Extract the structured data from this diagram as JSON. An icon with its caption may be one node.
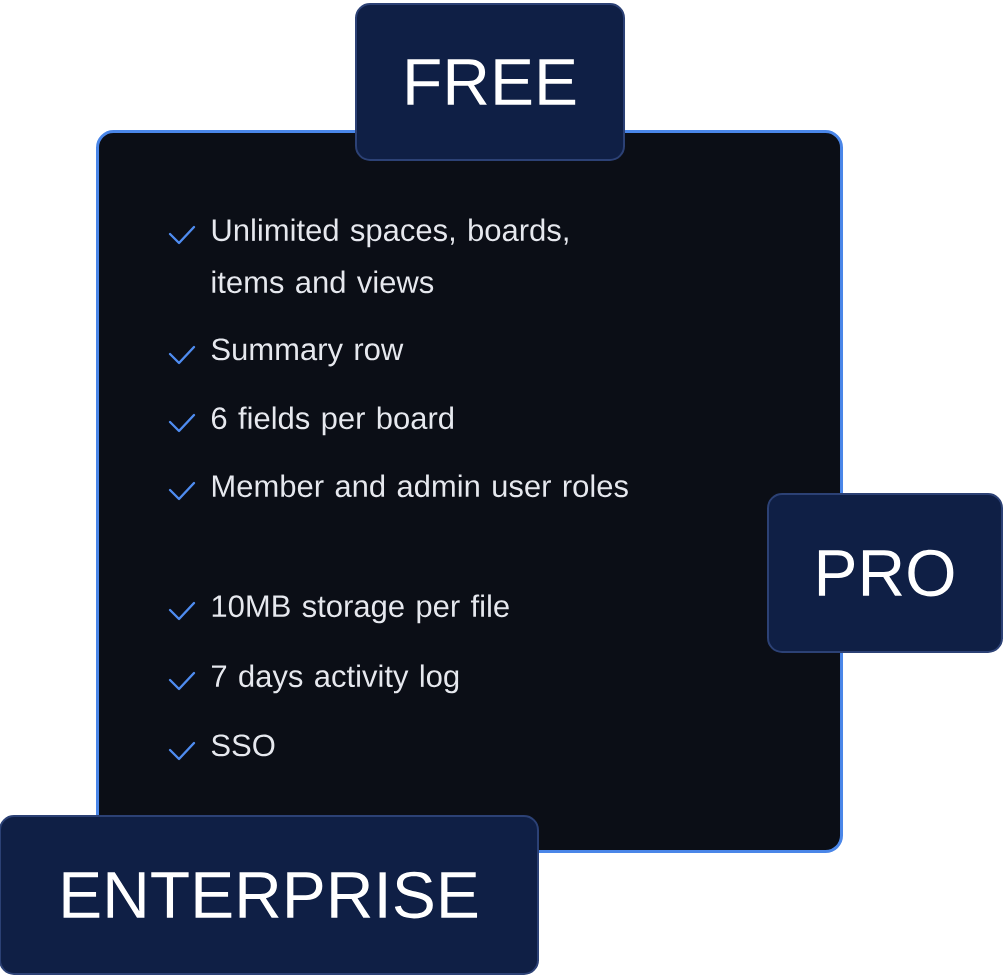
{
  "diagram": {
    "nodes": [
      {
        "text": [
          "FREE"
        ]
      },
      {
        "text": [
          "Unlimited spaces, boards, items and views",
          "Summary row",
          "6 fields per board",
          "Member and admin user roles",
          "10MB storage per file",
          "7 days activity log",
          "SSO"
        ]
      },
      {
        "text": [
          "PRO"
        ]
      },
      {
        "text": [
          "ENTERPRISE"
        ]
      }
    ]
  }
}
